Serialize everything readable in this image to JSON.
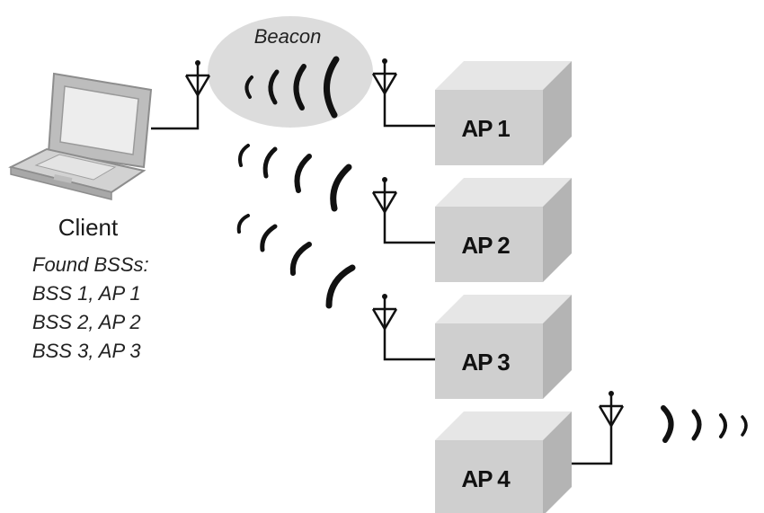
{
  "beacon": {
    "label": "Beacon"
  },
  "client": {
    "label": "Client",
    "found_title": "Found BSSs:",
    "found_list": [
      "BSS 1, AP 1",
      "BSS 2, AP 2",
      "BSS 3, AP 3"
    ]
  },
  "access_points": [
    {
      "label": "AP 1"
    },
    {
      "label": "AP 2"
    },
    {
      "label": "AP 3"
    },
    {
      "label": "AP 4"
    }
  ],
  "colors": {
    "box_front": "#cfcfcf",
    "box_top": "#e6e6e6",
    "box_side": "#b4b4b4",
    "beacon_bubble": "#dcdcdc",
    "ink": "#111111"
  }
}
